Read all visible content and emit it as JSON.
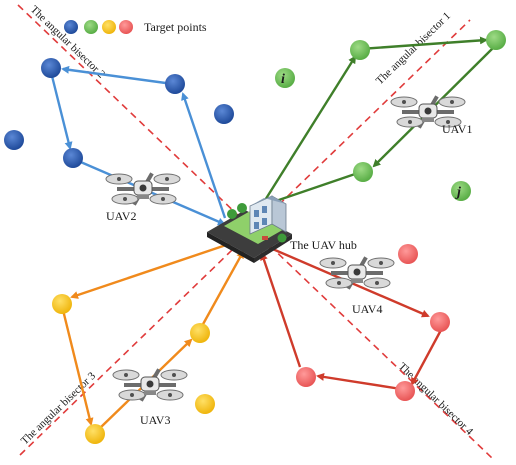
{
  "legend": {
    "label": "Target points",
    "colors": [
      "#2f5fb3",
      "#6fc25a",
      "#f5c31c",
      "#f06c6c"
    ]
  },
  "bisectors": [
    {
      "label": "The angular bisector 1"
    },
    {
      "label": "The angular bisector 2"
    },
    {
      "label": "The angular bisector 3"
    },
    {
      "label": "The angular bisector 4"
    }
  ],
  "uavs": [
    {
      "label": "UAV1",
      "color": "#3f7f2a"
    },
    {
      "label": "UAV2",
      "color": "#4a90d6"
    },
    {
      "label": "UAV3",
      "color": "#f08a1c"
    },
    {
      "label": "UAV4",
      "color": "#cf3b2b"
    }
  ],
  "hub": {
    "label": "The UAV hub"
  },
  "point_labels": {
    "i": "i",
    "j": "j"
  },
  "colors": {
    "blue_point": "#2f5fb3",
    "green_point": "#6fc25a",
    "yellow_point": "#f5c31c",
    "red_point": "#f06c6c",
    "bisector_line": "#e03b3b"
  }
}
